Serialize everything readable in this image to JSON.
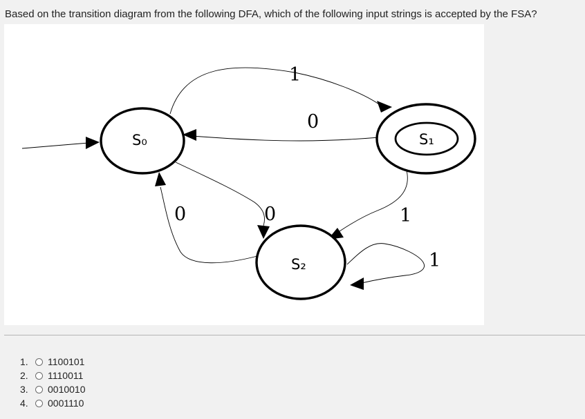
{
  "question": {
    "text": "Based on the transition diagram from the following DFA, which of the following input strings is accepted by the FSA?"
  },
  "diagram": {
    "states": [
      {
        "id": "S0",
        "label": "S₀",
        "initial": true,
        "accepting": false
      },
      {
        "id": "S1",
        "label": "S₁",
        "initial": false,
        "accepting": true
      },
      {
        "id": "S2",
        "label": "S₂",
        "initial": false,
        "accepting": false
      }
    ],
    "transitions": [
      {
        "from": "S0",
        "to": "S1",
        "symbol": "1"
      },
      {
        "from": "S1",
        "to": "S0",
        "symbol": "0"
      },
      {
        "from": "S0",
        "to": "S2",
        "symbol": "0"
      },
      {
        "from": "S2",
        "to": "S0",
        "symbol": "0"
      },
      {
        "from": "S1",
        "to": "S2",
        "symbol": "1"
      },
      {
        "from": "S2",
        "to": "S2",
        "symbol": "1"
      }
    ]
  },
  "options": [
    {
      "number": "1.",
      "text": "1100101"
    },
    {
      "number": "2.",
      "text": "1110011"
    },
    {
      "number": "3.",
      "text": "0010010"
    },
    {
      "number": "4.",
      "text": "0001110"
    }
  ]
}
